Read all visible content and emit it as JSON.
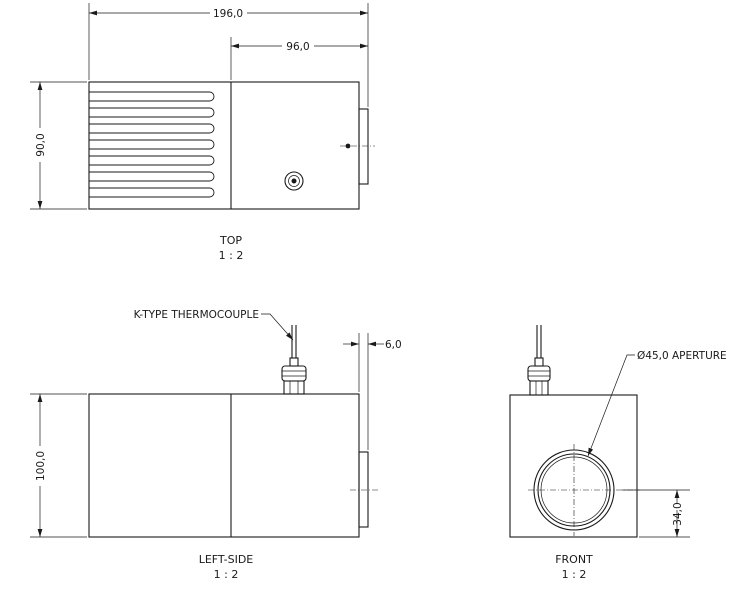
{
  "dimensions": {
    "overall_length": "196,0",
    "back_length": "96,0",
    "top_height": "90,0",
    "side_height": "100,0",
    "flange_thickness": "6,0",
    "aperture_center_height": "34,0"
  },
  "callouts": {
    "thermocouple": "K-TYPE THERMOCOUPLE",
    "aperture": "Ø45,0 APERTURE"
  },
  "views": {
    "top": {
      "name": "TOP",
      "scale": "1 : 2"
    },
    "left_side": {
      "name": "LEFT-SIDE",
      "scale": "1 : 2"
    },
    "front": {
      "name": "FRONT",
      "scale": "1 : 2"
    }
  }
}
